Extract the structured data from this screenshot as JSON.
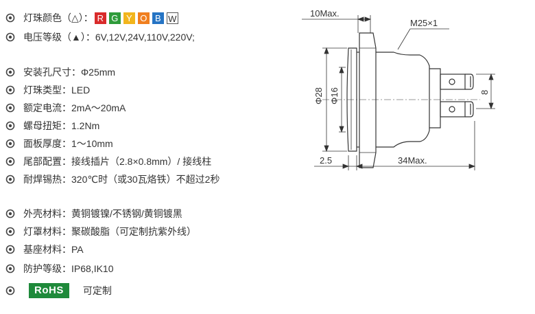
{
  "specs": {
    "led_color": {
      "label": "灯珠颜色（△）：",
      "chips": [
        {
          "letter": "R",
          "color": "#d92b2b"
        },
        {
          "letter": "G",
          "color": "#2e9b3a"
        },
        {
          "letter": "Y",
          "color": "#f2b51c"
        },
        {
          "letter": "O",
          "color": "#f07f1f"
        },
        {
          "letter": "B",
          "color": "#2574c4"
        },
        {
          "letter": "W",
          "color": "#ffffff"
        }
      ]
    },
    "voltage": {
      "label": "电压等级（▲）：",
      "value": "6V,12V,24V,110V,220V;"
    },
    "hole_size": {
      "label": "安装孔尺寸：",
      "value": "Φ25mm"
    },
    "led_type": {
      "label": "灯珠类型：",
      "value": "LED"
    },
    "current": {
      "label": "额定电流：",
      "value": "2mA～20mA"
    },
    "torque": {
      "label": "螺母扭矩：",
      "value": "1.2Nm"
    },
    "panel": {
      "label": "面板厚度：",
      "value": "1～10mm"
    },
    "tail": {
      "label": "尾部配置：",
      "value": "接线插片（2.8×0.8mm）/ 接线柱"
    },
    "solder": {
      "label": "耐焊锡热：",
      "value": "320℃时（或30瓦烙铁）不超过2秒"
    },
    "shell": {
      "label": "外壳材料：",
      "value": "黄铜镀镍/不锈钢/黄铜镀黑"
    },
    "cover": {
      "label": "灯罩材料：",
      "value": "聚碳酸脂（可定制抗紫外线）"
    },
    "base": {
      "label": "基座材料：",
      "value": "PA"
    },
    "protection": {
      "label": "防护等级：",
      "value": "IP68,IK10"
    },
    "rohs": {
      "badge": "RoHS",
      "value": "可定制"
    }
  },
  "drawing": {
    "dim_10max": "10Max.",
    "dim_thread": "M25×1",
    "dim_phi28": "Φ28",
    "dim_phi16": "Φ16",
    "dim_8": "8",
    "dim_2_5": "2.5",
    "dim_34max": "34Max."
  }
}
